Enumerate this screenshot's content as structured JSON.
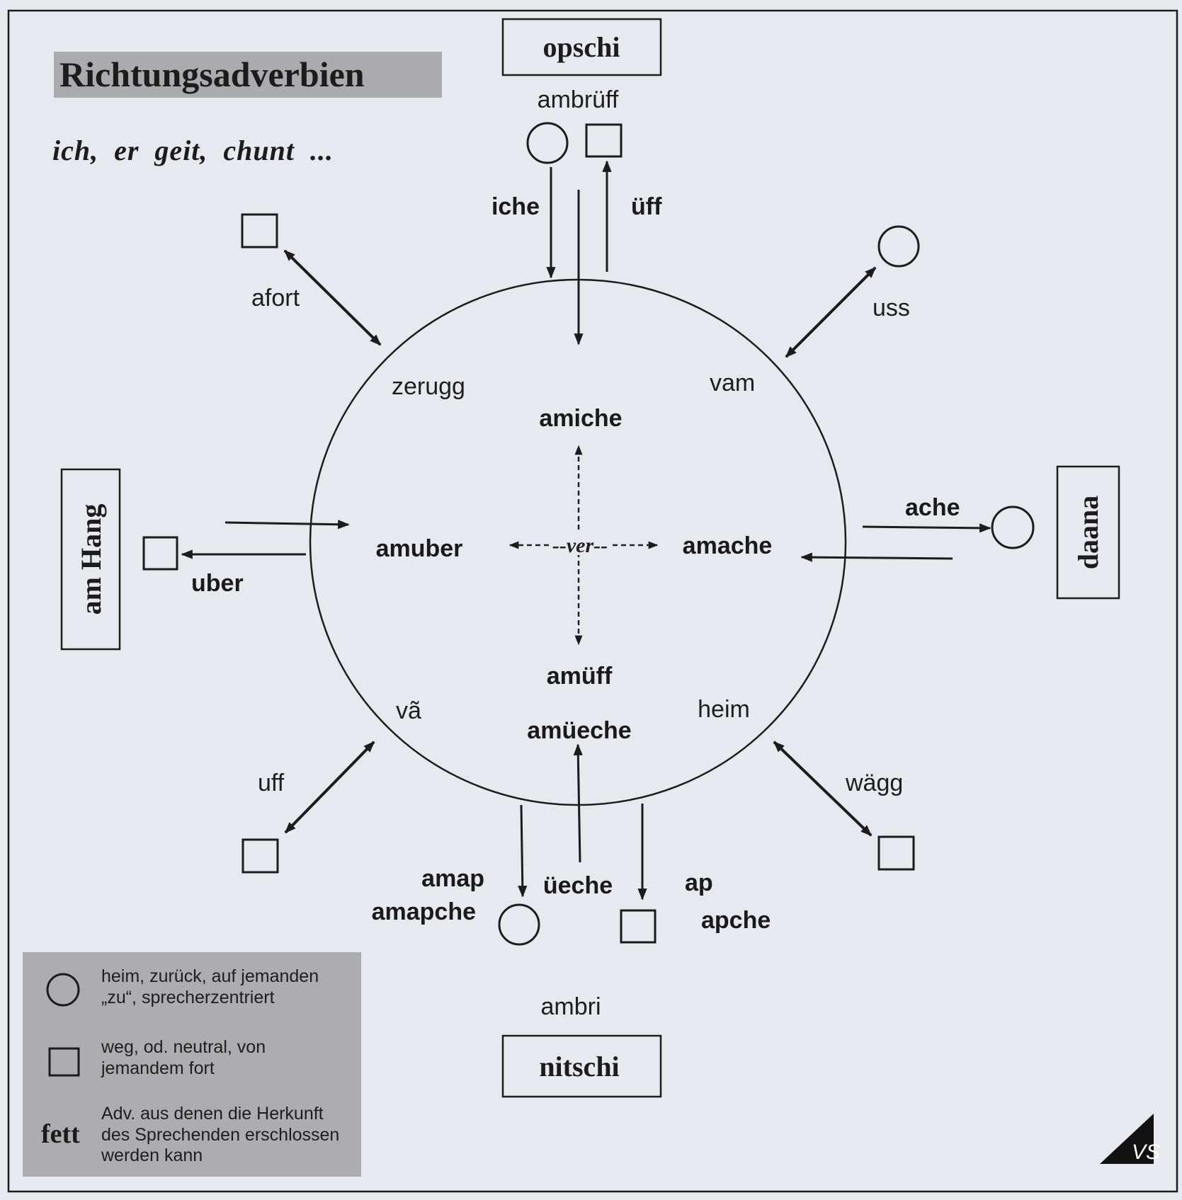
{
  "title": "Richtungsadverbien",
  "subtitle": "ich,  er  geit,  chunt  ...",
  "places": {
    "top": "opschi",
    "bottom": "nitschi",
    "left": "am Hang",
    "right": "daana"
  },
  "outer_labels": {
    "ambrueff": "ambrüff",
    "iche": "iche",
    "ueff": "üff",
    "afort": "afort",
    "uss": "uss",
    "uber": "uber",
    "ache": "ache",
    "uff": "uff",
    "waegg": "wägg",
    "amap": "amap",
    "amapche": "amapche",
    "ueeche": "üeche",
    "ap": "ap",
    "apche": "apche",
    "ambri": "ambri"
  },
  "inner_labels": {
    "zerugg": "zerugg",
    "vam": "vam",
    "amiche": "amiche",
    "amuber": "amuber",
    "amache": "amache",
    "ver": "--ver--",
    "amueff": "amüff",
    "va": "vã",
    "heim": "heim",
    "amueeche": "amüeche"
  },
  "legend": {
    "circle_line1": "heim, zurück, auf jemanden",
    "circle_line2": "„zu“, sprecherzentriert",
    "square_line1": "weg, od. neutral, von",
    "square_line2": "jemandem fort",
    "fett_symbol": "fett",
    "fett_line1": "Adv. aus denen die Herkunft",
    "fett_line2": "des Sprechenden erschlossen",
    "fett_line3": "werden kann"
  },
  "logo": "VS",
  "colors": {
    "background": "#e6e9ef",
    "ink": "#1c1c1c",
    "title_highlight": "#a9abae",
    "legend_bg": "#abadb0"
  }
}
